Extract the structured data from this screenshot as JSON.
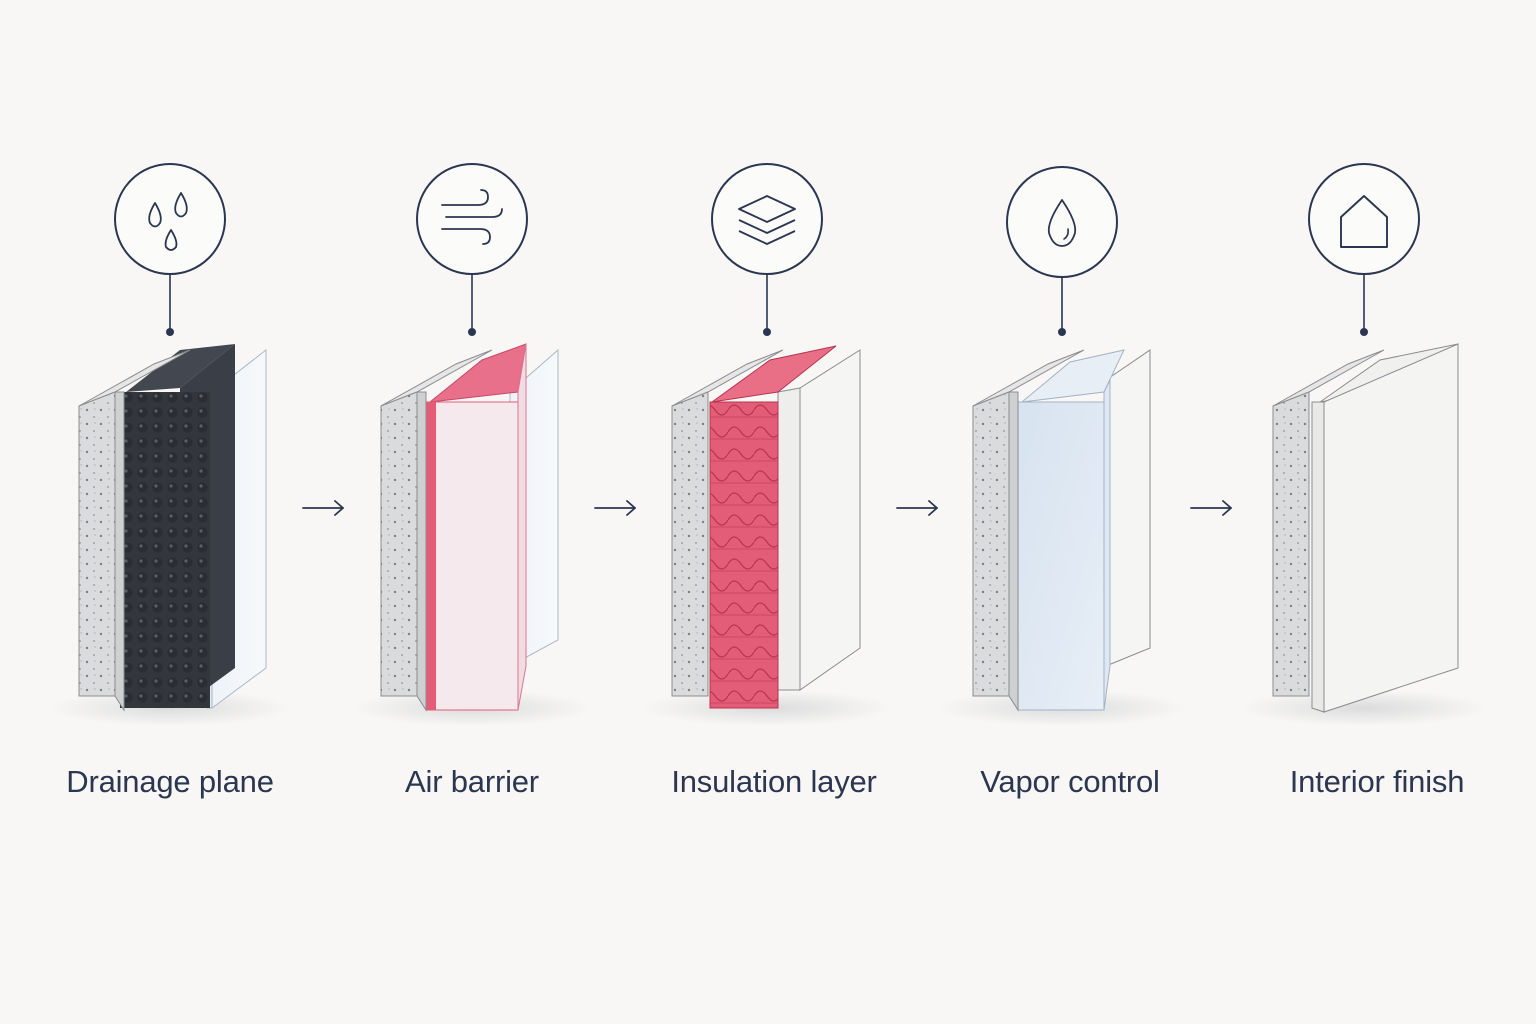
{
  "diagram": {
    "steps": [
      {
        "id": "drainage",
        "label": "Drainage plane",
        "icon": "water-drops-icon"
      },
      {
        "id": "air",
        "label": "Air barrier",
        "icon": "wind-icon"
      },
      {
        "id": "insulation",
        "label": "Insulation layer",
        "icon": "layers-icon"
      },
      {
        "id": "vapor",
        "label": "Vapor control",
        "icon": "water-drop-icon"
      },
      {
        "id": "interior",
        "label": "Interior finish",
        "icon": "house-icon"
      }
    ],
    "colors": {
      "background": "#f8f7f5",
      "ink": "#2b3650",
      "concrete": "#d9dadb",
      "membrane_dark": "#3b3f48",
      "air_barrier_red": "#e35c78",
      "insulation_pink": "#e35c78",
      "vapor_blue": "#dbe6f2",
      "board_white": "#f2f2f2"
    }
  }
}
